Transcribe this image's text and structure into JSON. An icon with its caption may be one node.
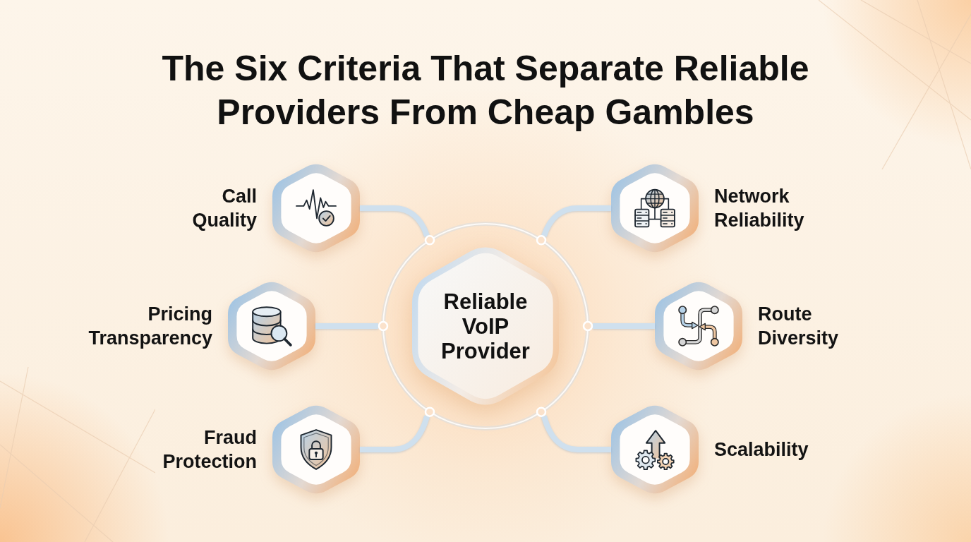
{
  "diagram": {
    "title": "The Six Criteria That Separate Reliable Providers From Cheap Gambles",
    "nodes": [
      {
        "text": [
          "Call Quality"
        ]
      },
      {
        "text": [
          "Network Reliability"
        ]
      },
      {
        "text": [
          "Pricing Transparency"
        ]
      },
      {
        "text": [
          "Reliable VoIP Provider"
        ]
      },
      {
        "text": [
          "Route Diversity"
        ]
      },
      {
        "text": [
          "Fraud Protection"
        ]
      },
      {
        "text": [
          "Scalability"
        ]
      }
    ],
    "edges": [
      {
        "from": 3,
        "to": 0,
        "arrow": "none"
      },
      {
        "from": 3,
        "to": 1,
        "arrow": "none"
      },
      {
        "from": 3,
        "to": 2,
        "arrow": "none"
      },
      {
        "from": 3,
        "to": 4,
        "arrow": "none"
      },
      {
        "from": 3,
        "to": 5,
        "arrow": "none"
      },
      {
        "from": 3,
        "to": 6,
        "arrow": "none"
      }
    ]
  }
}
